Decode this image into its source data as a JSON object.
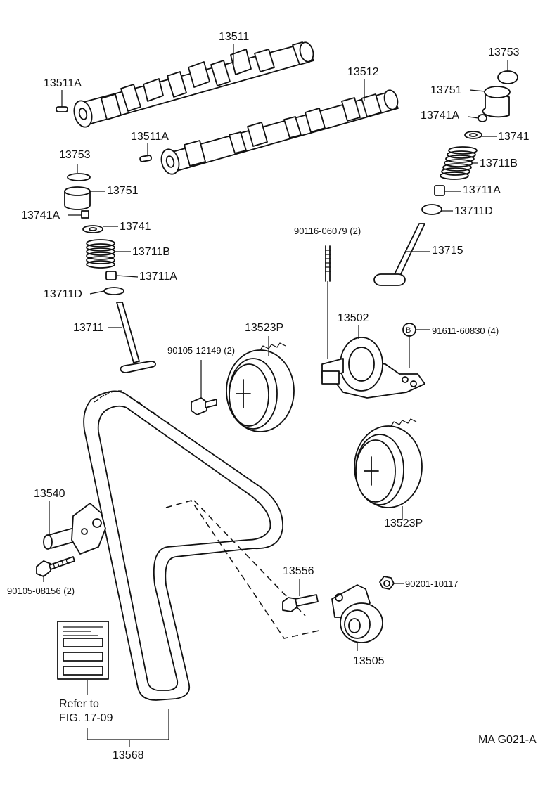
{
  "parts": {
    "camshaft_exhaust": "13511",
    "camshaft_intake": "13512",
    "knock_pin_left": "13511A",
    "knock_pin_center": "13511A",
    "shim_right": "13753",
    "lifter_right": "13751",
    "keeper_right": "13741A",
    "retainer_right": "13741",
    "spring_right": "13711B",
    "seal_right": "13711A",
    "seat_right": "13711D",
    "valve_exhaust": "13715",
    "stud_bolt": "90116-06079 (2)",
    "shim_left": "13753",
    "lifter_left": "13751",
    "keeper_left": "13741A",
    "retainer_left": "13741",
    "spring_left": "13711B",
    "seal_left": "13711A",
    "seat_left": "13711D",
    "valve_intake": "13711",
    "pulley_upper": "13523P",
    "bolt_pulley": "90105-12149 (2)",
    "camshaft_housing": "13502",
    "bolt_housing": "91611-60830 (4)",
    "bolt_housing_marker": "B",
    "pulley_lower": "13523P",
    "tensioner": "13540",
    "bolt_tensioner": "90105-08156 (2)",
    "idler_pin": "13556",
    "nut_idler": "90201-10117",
    "idler_pulley": "13505",
    "timing_belt": "13568"
  },
  "refer_note": {
    "line1": "Refer to",
    "line2": "FIG. 17-09"
  },
  "figure_code": "MA G021-A"
}
